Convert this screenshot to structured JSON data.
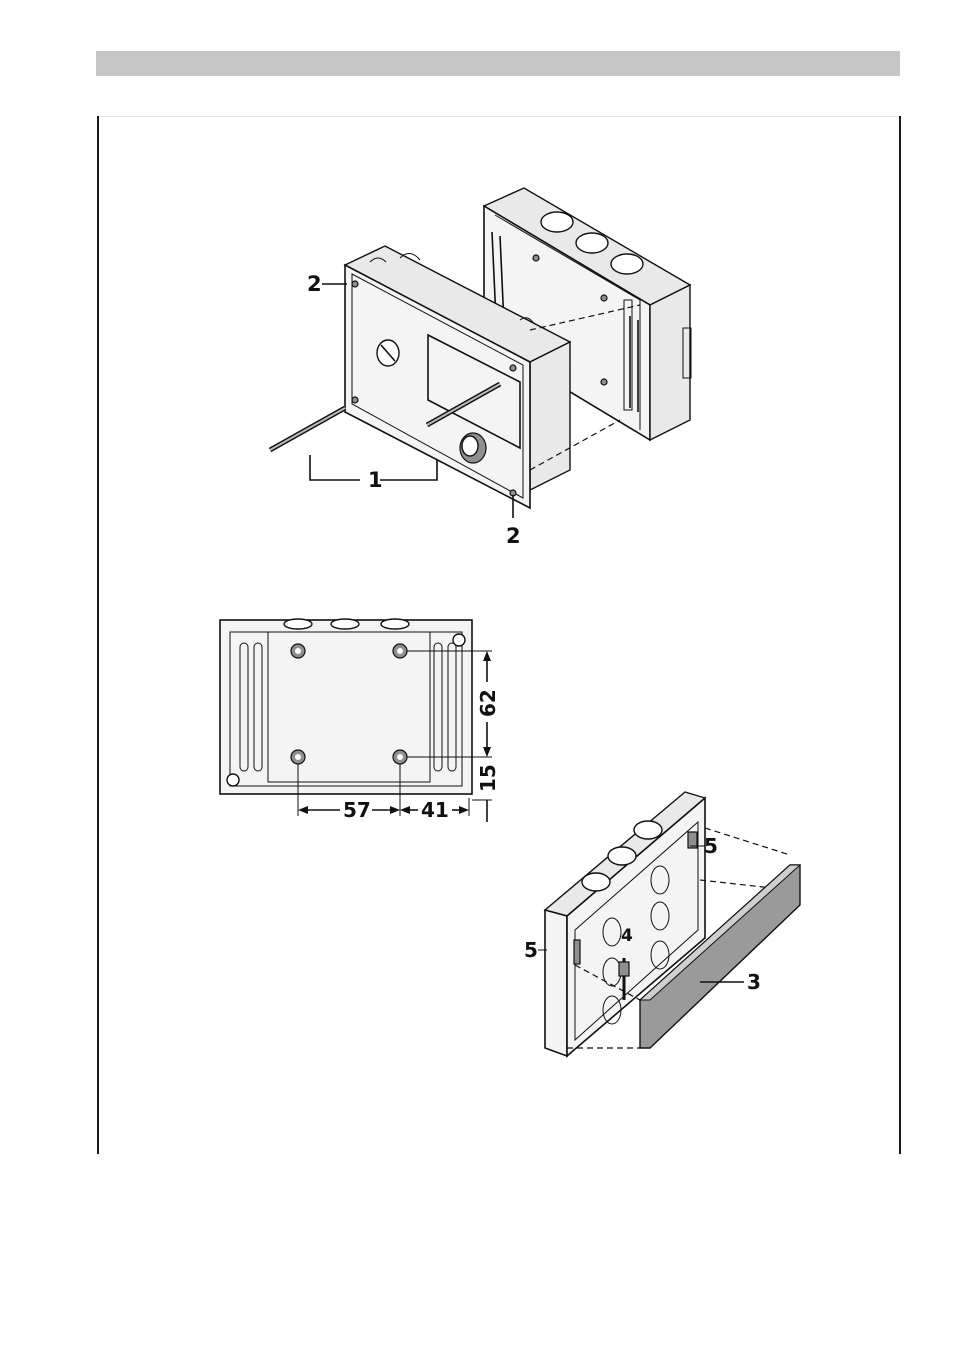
{
  "figure": {
    "fig1_labels": {
      "screws": "1",
      "corner_top": "2",
      "corner_bottom": "2"
    },
    "fig2_dimensions": {
      "vertical_spacing": "62",
      "bottom_offset": "15",
      "horizontal_spacing": "57",
      "right_offset": "41"
    },
    "fig3_labels": {
      "rail": "3",
      "screw": "4",
      "clip_left": "5",
      "clip_right": "5"
    }
  },
  "colors": {
    "header_bar": "#c6c6c6",
    "line": "#111111",
    "rail": "#9a9a9a"
  }
}
